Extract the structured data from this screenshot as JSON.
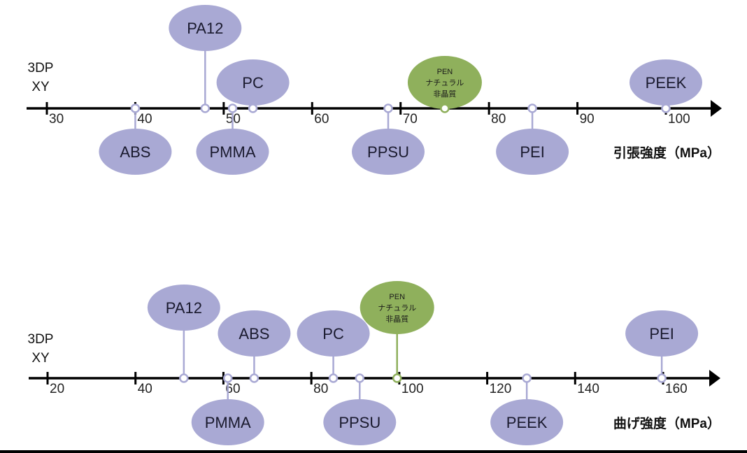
{
  "colors": {
    "bubble": "#a9a9d4",
    "bubble_line": "#a9a9d4",
    "highlight": "#8fb05c",
    "axis": "#000000",
    "text": "#1a1a2e"
  },
  "chart_data": [
    {
      "type": "scatter",
      "title": "引張強度（MPa）",
      "row_label": [
        "3DP",
        "XY"
      ],
      "xlabel": "引張強度（MPa）",
      "ticks": [
        30,
        40,
        50,
        60,
        70,
        80,
        90,
        100
      ],
      "tick_labels": [
        "30",
        "40",
        "50",
        "60",
        "70",
        "80",
        "90",
        "100"
      ],
      "xlim": [
        27.7,
        108
      ],
      "materials": [
        {
          "name": "ABS",
          "value": 40,
          "side": "below",
          "highlight": false,
          "lines": [
            "ABS"
          ]
        },
        {
          "name": "PA12",
          "value": 47.9,
          "side": "above",
          "highlight": false,
          "lines": [
            "PA12"
          ],
          "tall": true
        },
        {
          "name": "PMMA",
          "value": 51,
          "side": "below",
          "highlight": false,
          "lines": [
            "PMMA"
          ]
        },
        {
          "name": "PC",
          "value": 53.3,
          "side": "above",
          "highlight": false,
          "lines": [
            "PC"
          ]
        },
        {
          "name": "PPSU",
          "value": 68.6,
          "side": "below",
          "highlight": false,
          "lines": [
            "PPSU"
          ]
        },
        {
          "name": "PEN",
          "value": 75,
          "side": "above",
          "highlight": true,
          "lines": [
            "PEN",
            "ナチュラル",
            "非晶質"
          ]
        },
        {
          "name": "PEI",
          "value": 84.9,
          "side": "below",
          "highlight": false,
          "lines": [
            "PEI"
          ]
        },
        {
          "name": "PEEK",
          "value": 100,
          "side": "above",
          "highlight": false,
          "lines": [
            "PEEK"
          ]
        }
      ]
    },
    {
      "type": "scatter",
      "title": "曲げ強度（MPa）",
      "row_label": [
        "3DP",
        "XY"
      ],
      "xlabel": "曲げ強度（MPa）",
      "ticks": [
        20,
        40,
        60,
        80,
        100,
        120,
        140,
        160
      ],
      "tick_labels": [
        "20",
        "40",
        "60",
        "80",
        "100",
        "120",
        "140",
        "160"
      ],
      "xlim": [
        15.7,
        175
      ],
      "materials": [
        {
          "name": "PA12",
          "value": 51,
          "side": "above",
          "highlight": false,
          "lines": [
            "PA12"
          ],
          "tall": true
        },
        {
          "name": "PMMA",
          "value": 61,
          "side": "below",
          "highlight": false,
          "lines": [
            "PMMA"
          ]
        },
        {
          "name": "ABS",
          "value": 67,
          "side": "above",
          "highlight": false,
          "lines": [
            "ABS"
          ]
        },
        {
          "name": "PC",
          "value": 85,
          "side": "above",
          "highlight": false,
          "lines": [
            "PC"
          ]
        },
        {
          "name": "PPSU",
          "value": 91,
          "side": "below",
          "highlight": false,
          "lines": [
            "PPSU"
          ]
        },
        {
          "name": "PEN",
          "value": 99.5,
          "side": "above",
          "highlight": true,
          "lines": [
            "PEN",
            "ナチュラル",
            "非晶質"
          ],
          "tall": true
        },
        {
          "name": "PEEK",
          "value": 129,
          "side": "below",
          "highlight": false,
          "lines": [
            "PEEK"
          ]
        },
        {
          "name": "PEI",
          "value": 159.7,
          "side": "above",
          "highlight": false,
          "lines": [
            "PEI"
          ]
        }
      ]
    }
  ]
}
